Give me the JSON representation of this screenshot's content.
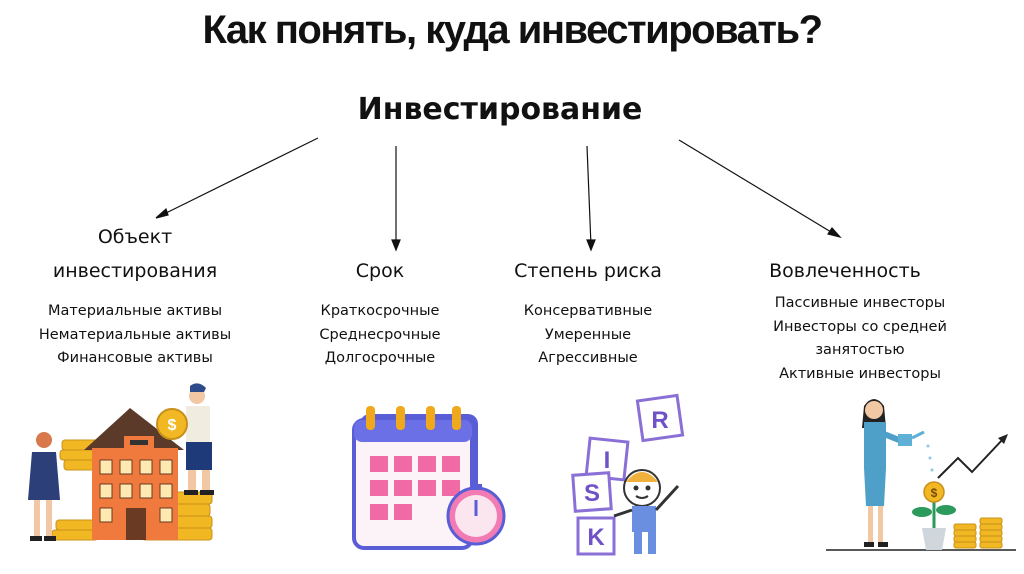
{
  "title": "Как понять, куда инвестировать?",
  "root": "Инвестирование",
  "branches": [
    {
      "heading_lines": [
        "Объект",
        "инвестирования"
      ],
      "items": [
        "Материальные активы",
        "Нематериальные активы",
        "Финансовые активы"
      ]
    },
    {
      "heading_lines": [
        "Срок"
      ],
      "items": [
        "Краткосрочные",
        "Среднесрочные",
        "Долгосрочные"
      ]
    },
    {
      "heading_lines": [
        "Степень риска"
      ],
      "items": [
        "Консервативные",
        "Умеренные",
        "Агрессивные"
      ]
    },
    {
      "heading_lines": [
        "Вовлеченность"
      ],
      "items": [
        "Пассивные инвесторы",
        "Инвесторы со средней",
        "занятостью",
        "Активные инвесторы"
      ]
    }
  ],
  "illustrations": {
    "risk_letters": [
      "R",
      "I",
      "S",
      "K"
    ],
    "dollar_sign": "$",
    "icons": [
      "house-coins-people-icon",
      "calendar-clock-icon",
      "risk-blocks-icon",
      "investor-plant-icon"
    ]
  }
}
